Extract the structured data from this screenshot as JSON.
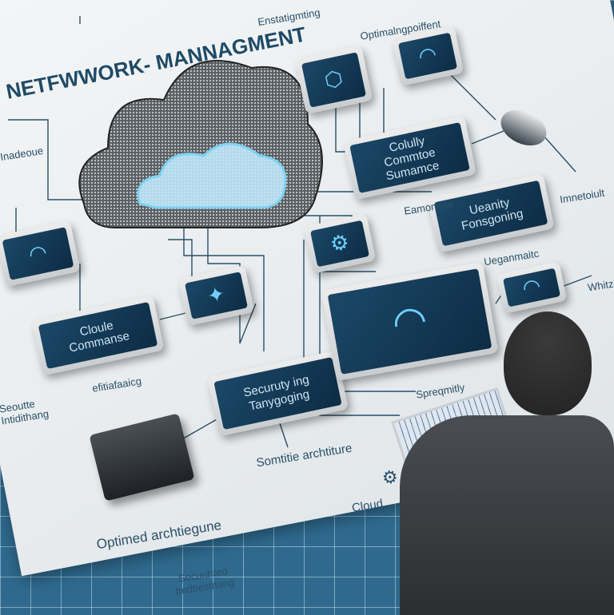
{
  "title": "NETFWWORK- MANNAGMENT",
  "labels": {
    "top1": "Enstatigmting",
    "top2": "Optimalngpoiffent",
    "left1": "Inadeoue",
    "right1": "Imnetoiult",
    "mid1": "Eamonitaa",
    "mid2": "Ueganmaitc",
    "right2": "Whitz",
    "under_cloule": "efitiafaaicg",
    "left2": "Seoutte Intidithang",
    "spreq": "Spreqmitly",
    "somtitie": "Somtitie archtiture",
    "cloud": "Cloud",
    "optimed": "Optimed archtiegune",
    "secuuhted": "Secuuhted tmdtiesthang"
  },
  "boxes": {
    "colully": [
      "Colully",
      "Commtoe",
      "Sumamce"
    ],
    "ueanity": [
      "Ueanity",
      "Fonsgoning"
    ],
    "cloule": [
      "Cloule",
      "Commanse"
    ],
    "security": [
      "Securuty ing",
      "Tanygoging"
    ]
  },
  "colors": {
    "screen": "#1b4868",
    "accent": "#6fd0ff",
    "grid": "#2f6a8e"
  }
}
